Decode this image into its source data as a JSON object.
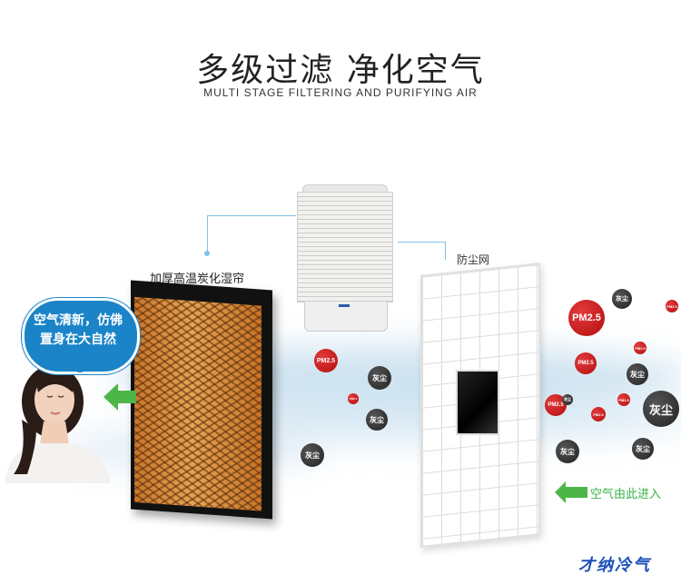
{
  "header": {
    "title": "多级过滤 净化空气",
    "subtitle": "MULTI STAGE FILTERING AND PURIFYING AIR"
  },
  "labels": {
    "cooling_pad": "加厚高温炭化湿帘",
    "dust_filter": "防尘网",
    "bubble_line1": "空气清新，仿佛",
    "bubble_line2": "置身在大自然",
    "air_inlet": "空气由此进入",
    "brand": "才纳冷气"
  },
  "particles": {
    "pm": "PM2.5",
    "dust": "灰尘"
  },
  "colors": {
    "bubble": "#1b84c8",
    "arrow": "#4cb748",
    "pm_red": "#c41a1a",
    "dust_grey": "#333333",
    "pad": "#d98a3a",
    "brand": "#1b4fb8"
  }
}
